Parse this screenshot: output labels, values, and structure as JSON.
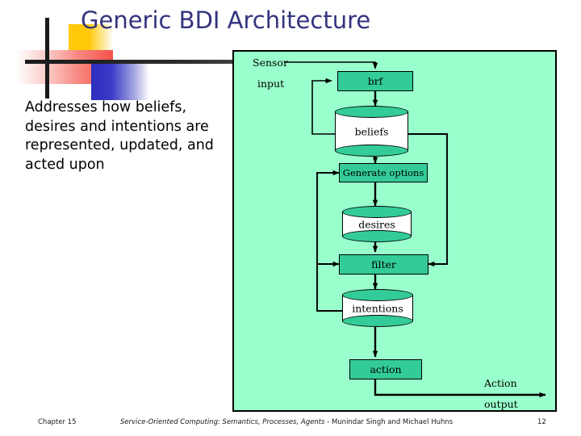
{
  "slide": {
    "title": "Generic BDI Architecture",
    "body_text": "Addresses how beliefs, desires and intentions are represented, updated, and acted upon",
    "title_color": "#33337F",
    "panel_color": "#99FFCC",
    "node_color": "#33CC99"
  },
  "diagram": {
    "type": "flowchart",
    "labels": {
      "sensor": "Sensor",
      "input": "input",
      "action": "Action",
      "output": "output"
    },
    "nodes": [
      {
        "id": "brf",
        "label": "brf",
        "shape": "process"
      },
      {
        "id": "beliefs",
        "label": "beliefs",
        "shape": "datastore"
      },
      {
        "id": "generate_options",
        "label": "Generate options",
        "shape": "process"
      },
      {
        "id": "desires",
        "label": "desires",
        "shape": "datastore"
      },
      {
        "id": "filter",
        "label": "filter",
        "shape": "process"
      },
      {
        "id": "intentions",
        "label": "intentions",
        "shape": "datastore"
      },
      {
        "id": "action",
        "label": "action",
        "shape": "process"
      }
    ],
    "edges": [
      {
        "from": "sensor input",
        "to": "brf"
      },
      {
        "from": "brf",
        "to": "beliefs"
      },
      {
        "from": "beliefs",
        "to": "brf"
      },
      {
        "from": "beliefs",
        "to": "generate_options"
      },
      {
        "from": "beliefs",
        "to": "filter"
      },
      {
        "from": "generate_options",
        "to": "desires"
      },
      {
        "from": "desires",
        "to": "filter"
      },
      {
        "from": "filter",
        "to": "intentions"
      },
      {
        "from": "intentions",
        "to": "generate_options"
      },
      {
        "from": "intentions",
        "to": "filter"
      },
      {
        "from": "intentions",
        "to": "action"
      },
      {
        "from": "action",
        "to": "action output"
      }
    ]
  },
  "footer": {
    "chapter": "Chapter 15",
    "citation_italic": "Service-Oriented Computing: Semantics, Processes, Agents",
    "citation_rest": " - Munindar Singh and Michael Huhns",
    "page": "12"
  }
}
